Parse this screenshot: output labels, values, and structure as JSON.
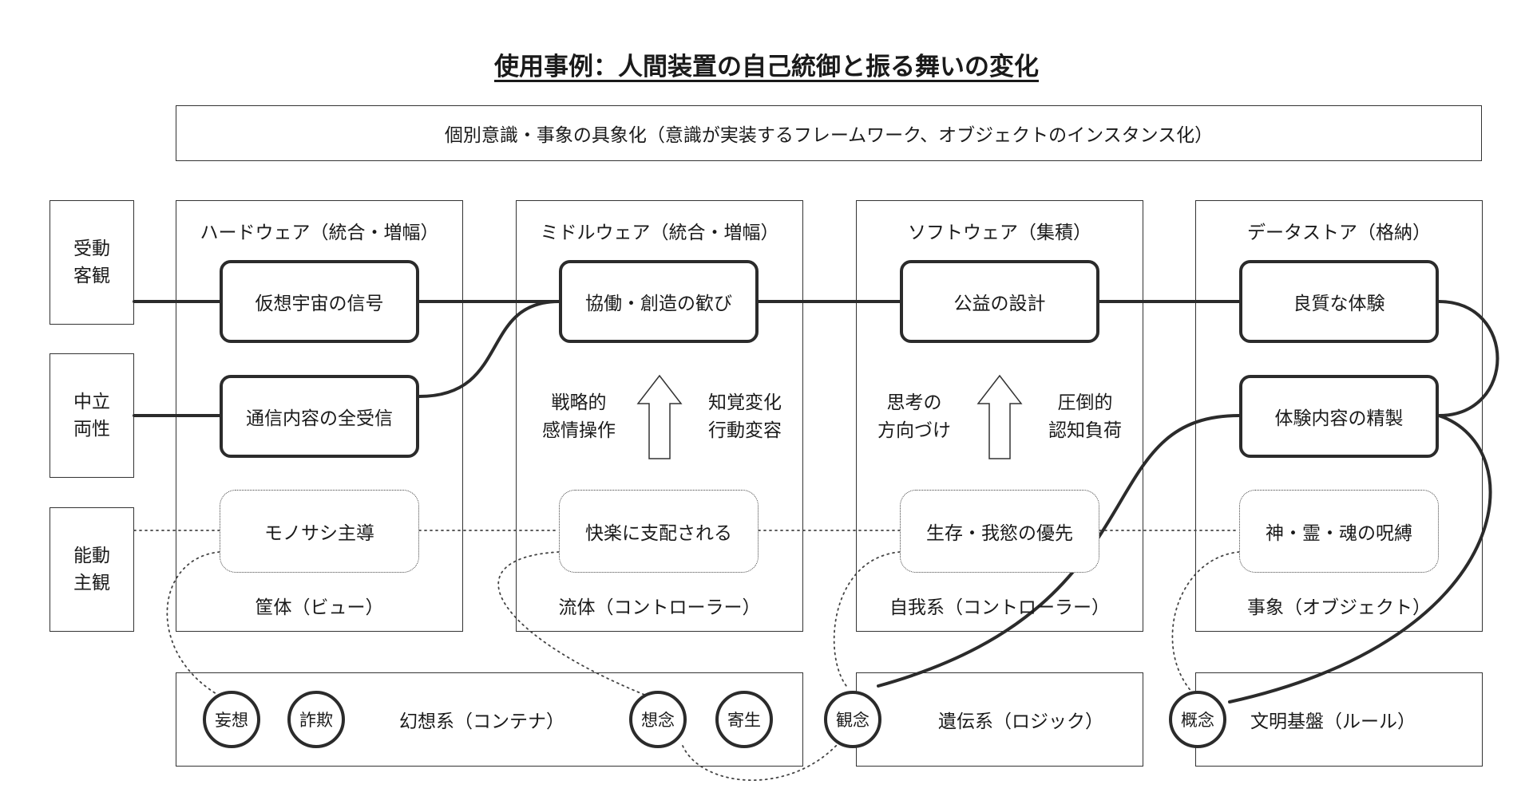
{
  "title": "使用事例：人間装置の自己統御と振る舞いの変化",
  "banner": "個別意識・事象の具象化（意識が実装するフレームワーク、オブジェクトのインスタンス化）",
  "side_labels": [
    {
      "text": "受動\n客観"
    },
    {
      "text": "中立\n両性"
    },
    {
      "text": "能動\n主観"
    }
  ],
  "columns": [
    {
      "title": "ハードウェア（統合・増幅）",
      "top_node": "仮想宇宙の信号",
      "mid_node": "通信内容の全受信",
      "dotted_node": "モノサシ主導",
      "footer": "筐体（ビュー）"
    },
    {
      "title": "ミドルウェア（統合・増幅）",
      "top_node": "協働・創造の歓び",
      "left_label": "戦略的\n感情操作",
      "right_label": "知覚変化\n行動変容",
      "dotted_node": "快楽に支配される",
      "footer": "流体（コントローラー）"
    },
    {
      "title": "ソフトウェア（集積）",
      "top_node": "公益の設計",
      "left_label": "思考の\n方向づけ",
      "right_label": "圧倒的\n認知負荷",
      "dotted_node": "生存・我慾の優先",
      "footer": "自我系（コントローラー）"
    },
    {
      "title": "データストア（格納）",
      "top_node": "良質な体験",
      "mid_node": "体験内容の精製",
      "dotted_node": "神・霊・魂の呪縛",
      "footer": "事象（オブジェクト）"
    }
  ],
  "bottom": {
    "illusion": {
      "title": "幻想系（コンテナ）",
      "circles": [
        "妄想",
        "詐欺",
        "想念",
        "寄生"
      ]
    },
    "heredity": {
      "title": "遺伝系（ロジック）",
      "circles": [
        "観念"
      ]
    },
    "civilization": {
      "title": "文明基盤（ルール）",
      "circles": [
        "概念"
      ]
    }
  },
  "colors": {
    "line": "#2b2b2b",
    "border": "#333333"
  }
}
